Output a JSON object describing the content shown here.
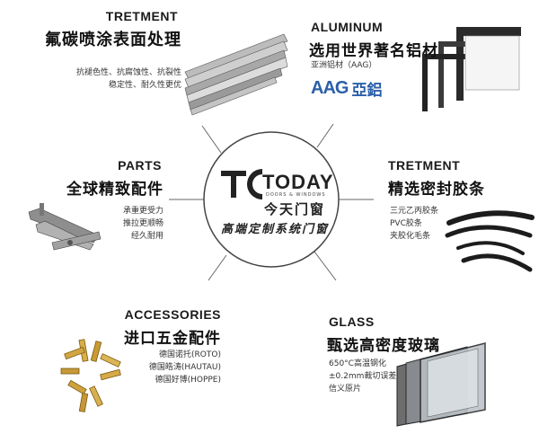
{
  "center": {
    "brand_en": "TODAY",
    "brand_sub": "DOORS & WINDOWS",
    "brand_zh": "今天门窗",
    "slogan": "高端定制系统门窗"
  },
  "sections": {
    "coating": {
      "en": "TRETMENT",
      "zh": "氟碳喷涂表面处理",
      "lines": [
        "抗褪色性、抗腐蚀性、抗裂性",
        "稳定性、耐久性更优"
      ]
    },
    "aluminum": {
      "en": "ALUMINUM",
      "zh": "选用世界著名铝材",
      "sub": "亚洲铝材（AAG）",
      "logo_en": "AAG",
      "logo_zh": "亞鋁"
    },
    "parts": {
      "en": "PARTS",
      "zh": "全球精致配件",
      "lines": [
        "承重更受力",
        "推拉更顺畅",
        "经久耐用"
      ]
    },
    "sealant": {
      "en": "TRETMENT",
      "zh": "精选密封胶条",
      "lines": [
        "三元乙丙胶条",
        "PVC胶条",
        "夹胶化毛条"
      ]
    },
    "accessories": {
      "en": "ACCESSORIES",
      "zh": "进口五金配件",
      "lines": [
        "德国诺托(ROTO)",
        "德国皓涛(HAUTAU)",
        "德国好博(HOPPE)"
      ]
    },
    "glass": {
      "en": "GLASS",
      "zh": "甄选高密度玻璃",
      "lines": [
        "650°C高温钢化",
        "±0.2mm裁切误差",
        "信义原片"
      ]
    }
  },
  "colors": {
    "logo_blue": "#2b5fa8",
    "text_dark": "#111111",
    "line_gray": "#555555"
  }
}
